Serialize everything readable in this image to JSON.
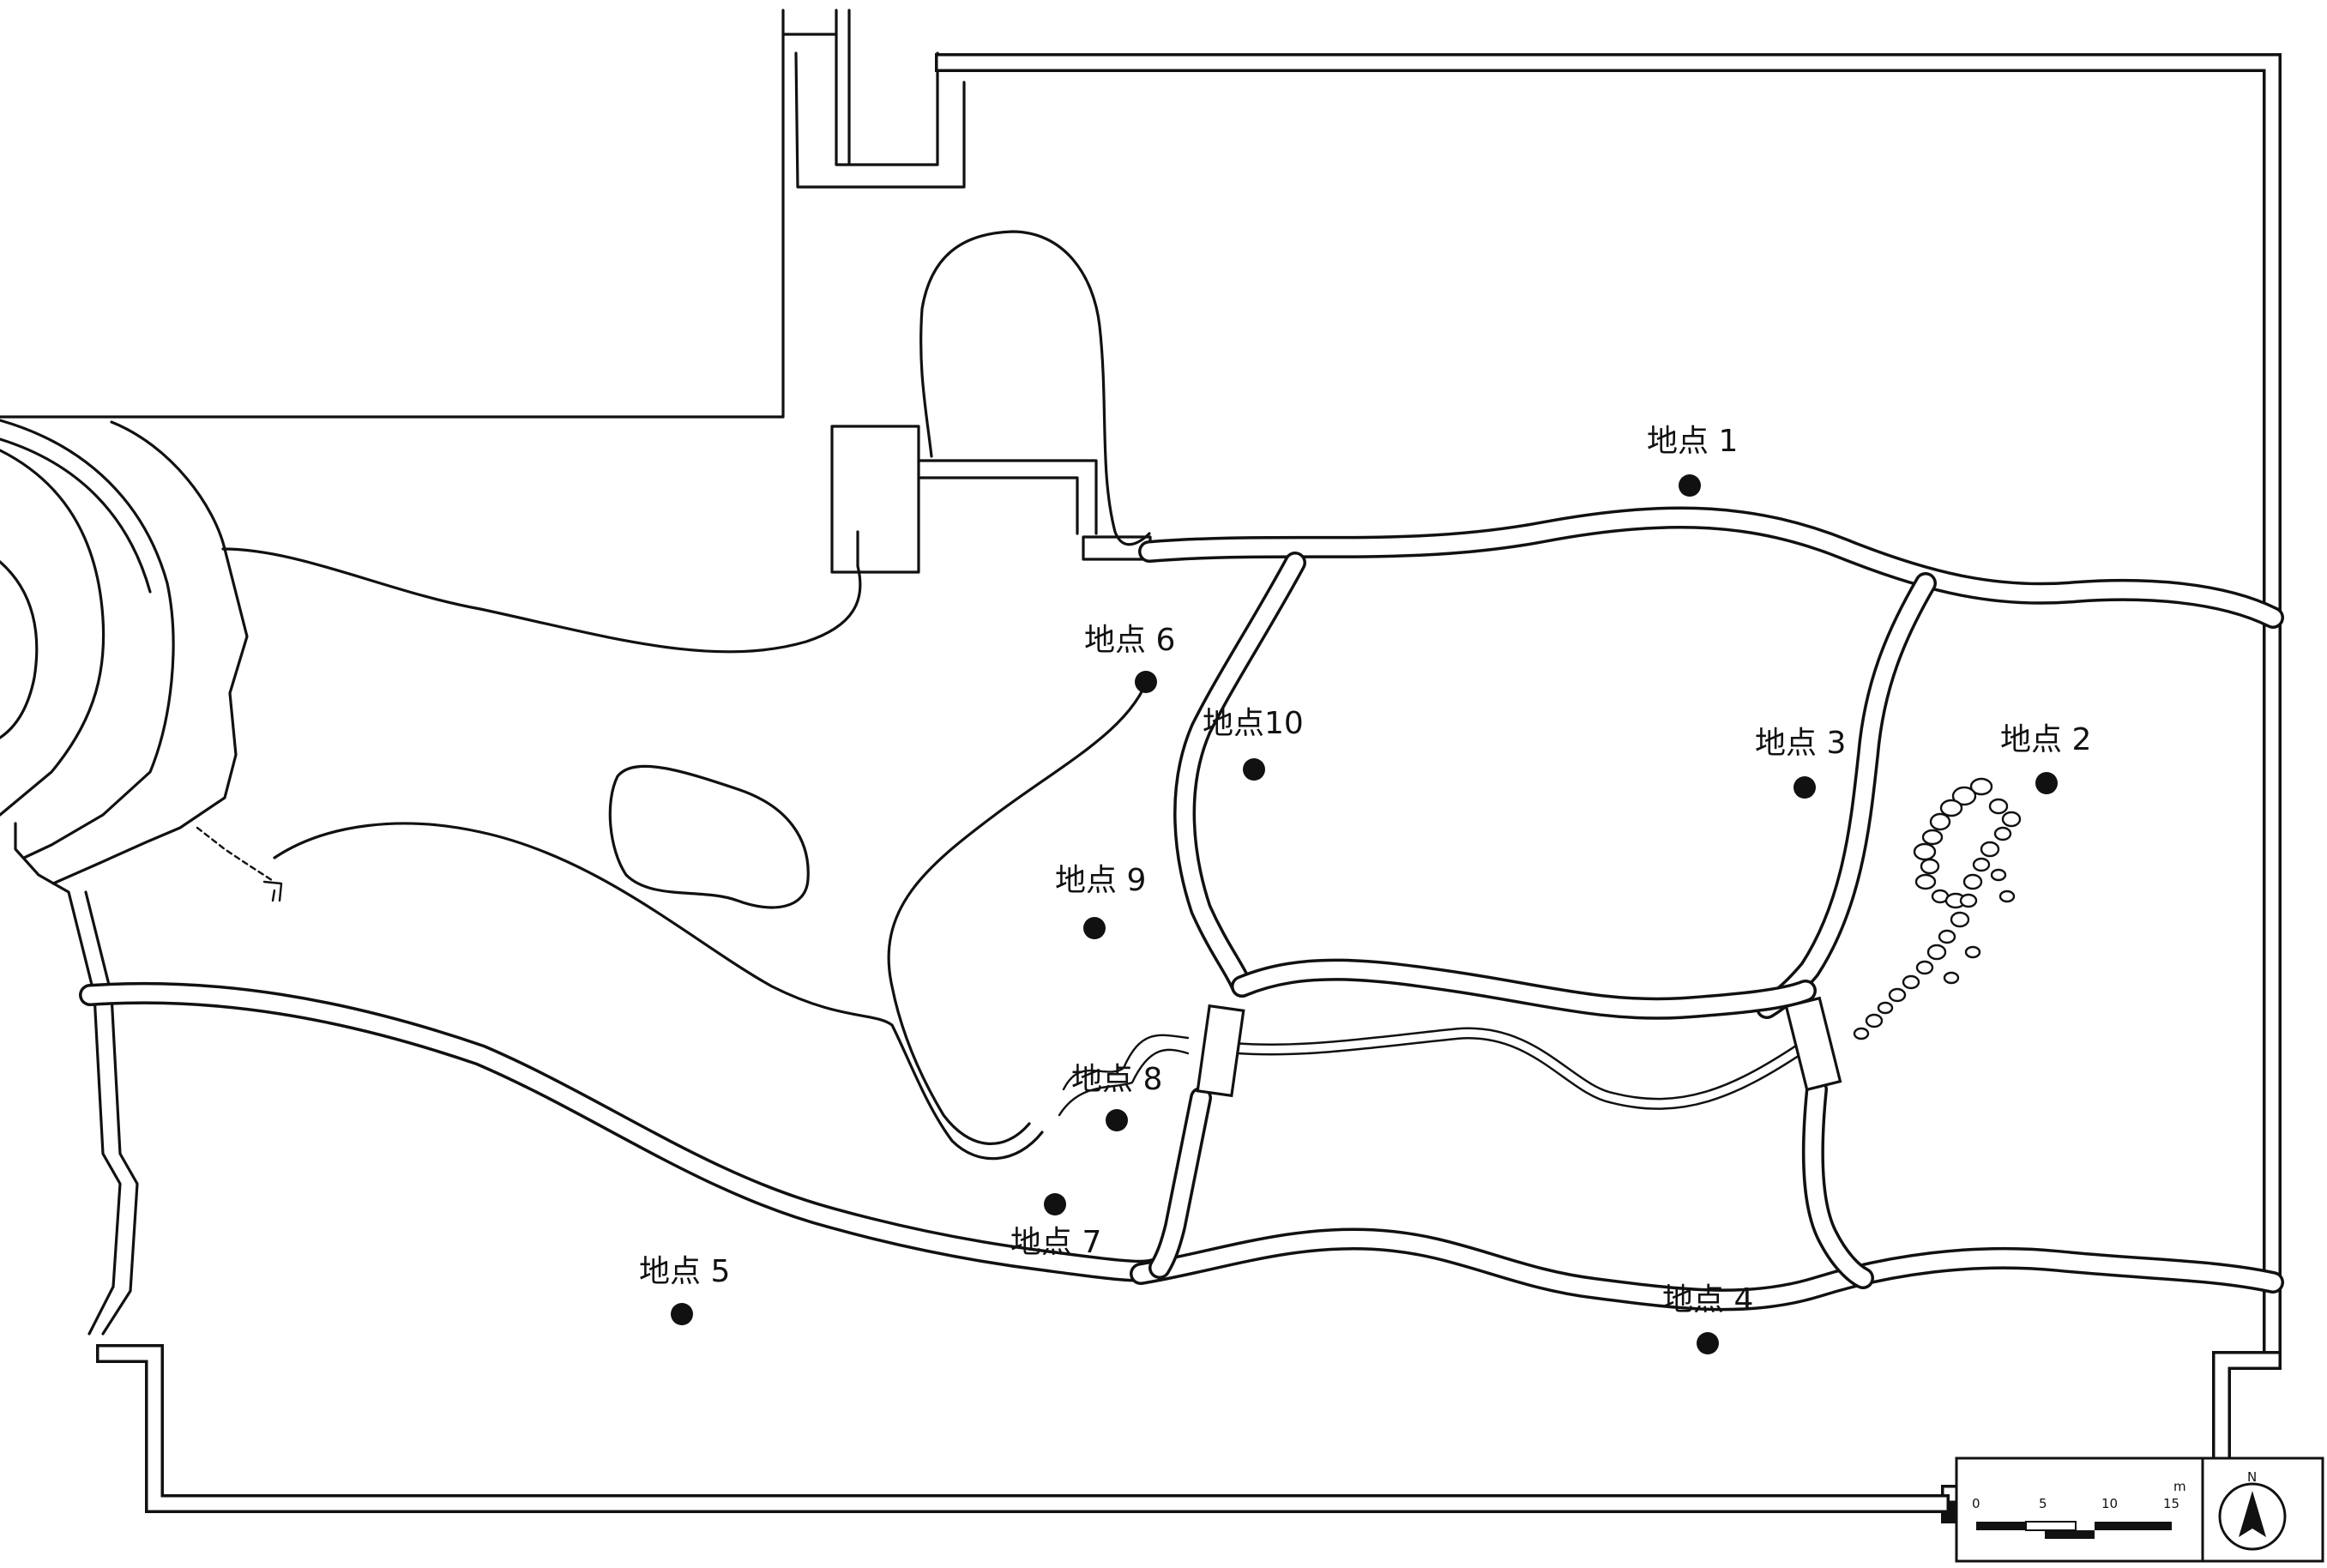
{
  "map": {
    "sites": [
      {
        "id": "site-1",
        "label": "地点 1"
      },
      {
        "id": "site-2",
        "label": "地点 2"
      },
      {
        "id": "site-3",
        "label": "地点 3"
      },
      {
        "id": "site-4",
        "label": "地点 4"
      },
      {
        "id": "site-5",
        "label": "地点 5"
      },
      {
        "id": "site-6",
        "label": "地点 6"
      },
      {
        "id": "site-7",
        "label": "地点 7"
      },
      {
        "id": "site-8",
        "label": "地点 8"
      },
      {
        "id": "site-9",
        "label": "地点 9"
      },
      {
        "id": "site-10",
        "label": "地点10"
      }
    ],
    "scale_bar": {
      "ticks": [
        "0",
        "5",
        "10",
        "15"
      ],
      "unit": "m"
    },
    "north_arrow": {
      "label": "N",
      "icon": "north-arrow-icon"
    },
    "colors": {
      "ink": "#111111",
      "background": "#ffffff"
    }
  }
}
